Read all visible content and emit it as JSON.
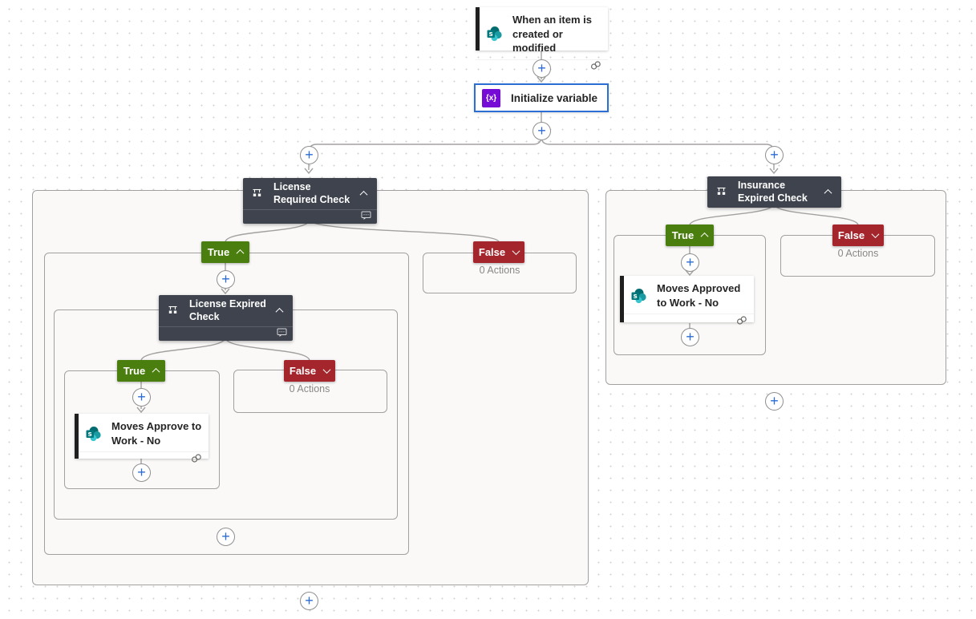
{
  "app": "flow-designer-canvas",
  "colors": {
    "canvas_dots": "#d2d2d2",
    "group_background": "#faf9f8",
    "group_border": "#a3a1a0",
    "condition_header": "#3e434e",
    "true_badge": "#4a7e0e",
    "false_badge": "#a4262c",
    "plus_icon_blue": "#2b6bd8",
    "selected_card_border": "#2b6fd4",
    "variable_icon_purple": "#770bd6",
    "sharepoint_teal": "#036c70",
    "action_card_bar": "#1f1f1f",
    "connector_gray": "#a3a1a0"
  },
  "icons": {
    "plus": "+",
    "variable": "{x}",
    "chevron_up": "^",
    "chevron_down": "v",
    "comment": "speech-bubble",
    "connection": "linked-rings",
    "condition": "branch-glyph",
    "sharepoint": "sharepoint-logo"
  },
  "flow": {
    "trigger": {
      "title": "When an item is created or modified"
    },
    "initialize_variable": {
      "label": "Initialize variable"
    },
    "license_required": {
      "title": "License Required Check",
      "true_label": "True",
      "false_label": "False",
      "false_actions": "0 Actions"
    },
    "license_expired": {
      "title": "License Expired Check",
      "true_label": "True",
      "false_label": "False",
      "false_actions": "0 Actions",
      "true_action_title": "Moves Approve to Work - No"
    },
    "insurance_expired": {
      "title": "Insurance Expired Check",
      "true_label": "True",
      "false_label": "False",
      "false_actions": "0 Actions",
      "true_action_title": "Moves Approved to Work - No"
    }
  }
}
